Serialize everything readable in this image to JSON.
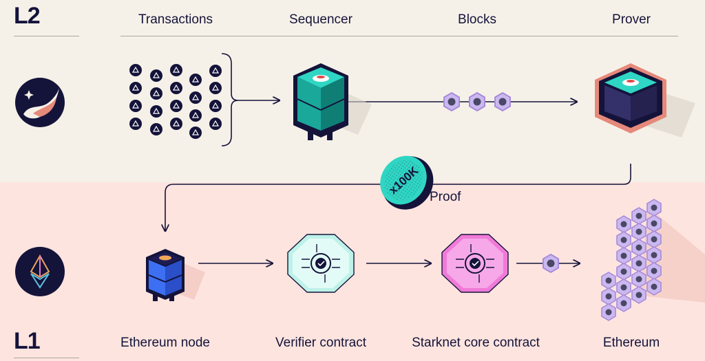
{
  "layers": {
    "l2": "L2",
    "l1": "L1"
  },
  "columns": {
    "transactions": "Transactions",
    "sequencer": "Sequencer",
    "blocks": "Blocks",
    "prover": "Prover"
  },
  "proof": {
    "label": "Proof",
    "coin_text": "x100K"
  },
  "l1_nodes": {
    "ethereum_node": "Ethereum node",
    "verifier_contract": "Verifier contract",
    "starknet_core_contract": "Starknet core contract",
    "ethereum": "Ethereum"
  },
  "icons": {
    "l2": "starknet-logo-icon",
    "l1": "ethereum-logo-icon"
  },
  "colors": {
    "navy": "#14133a",
    "teal": "#2fd6c3",
    "purple": "#a58bd9",
    "pink": "#f07ad8",
    "coral": "#e5897a",
    "l2_background": "#f6f1e8",
    "l1_background": "#fde4df"
  }
}
